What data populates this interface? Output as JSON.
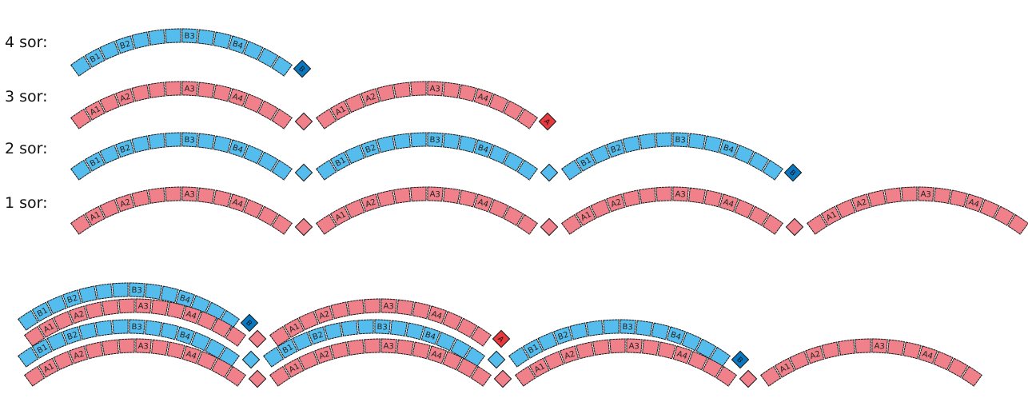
{
  "colors": {
    "red_fill": "#f08089",
    "red_accent": "#e63a3e",
    "blue_fill": "#55bdee",
    "blue_accent": "#0a78c0",
    "outline": "#1a1a1a",
    "background": "#ffffff"
  },
  "row_labels": {
    "row4": "4 sor:",
    "row3": "3 sor:",
    "row2": "2 sor:",
    "row1": "1 sor:"
  },
  "blocks": {
    "red": [
      "A1",
      "A2",
      "A3",
      "A4"
    ],
    "blue": [
      "B1",
      "B2",
      "B3",
      "B4"
    ],
    "red_end": "A",
    "blue_end": "B"
  },
  "rows": [
    {
      "id": "row4",
      "color": "blue",
      "arcs": 1,
      "end_accent": true
    },
    {
      "id": "row3",
      "color": "red",
      "arcs": 2,
      "end_accent": true
    },
    {
      "id": "row2",
      "color": "blue",
      "arcs": 3,
      "end_accent": true
    },
    {
      "id": "row1",
      "color": "red",
      "arcs": 4,
      "end_accent": false
    }
  ],
  "combined_rows": [
    {
      "id": "c4",
      "color": "blue",
      "arcs": 1,
      "end_accent": true
    },
    {
      "id": "c3",
      "color": "red",
      "arcs": 2,
      "end_accent": true
    },
    {
      "id": "c2",
      "color": "blue",
      "arcs": 3,
      "end_accent": true
    },
    {
      "id": "c1",
      "color": "red",
      "arcs": 4,
      "end_accent": false
    }
  ]
}
